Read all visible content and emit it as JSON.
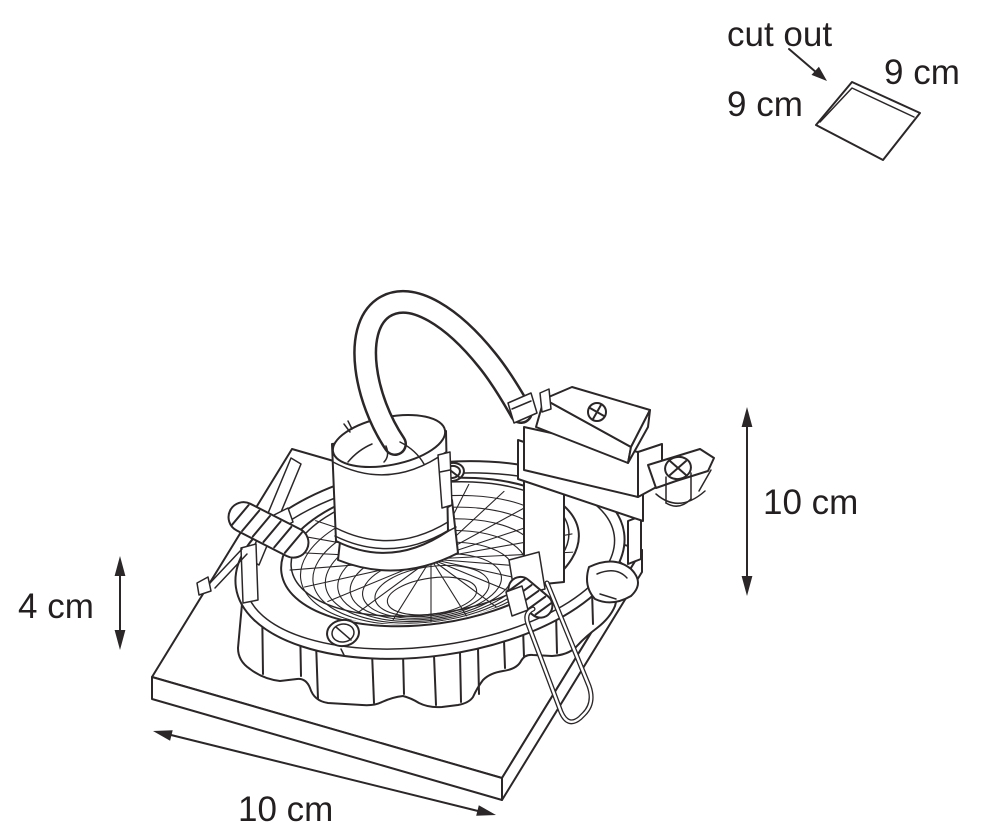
{
  "annotations": {
    "cutout_label": "cut out",
    "cutout_side_left": "9 cm",
    "cutout_side_right": "9 cm",
    "recess_depth_label": "4 cm",
    "height_label": "10 cm",
    "width_label": "10 cm"
  },
  "colors": {
    "ink": "#2b2728",
    "background": "#ffffff",
    "text": "#231f20"
  }
}
